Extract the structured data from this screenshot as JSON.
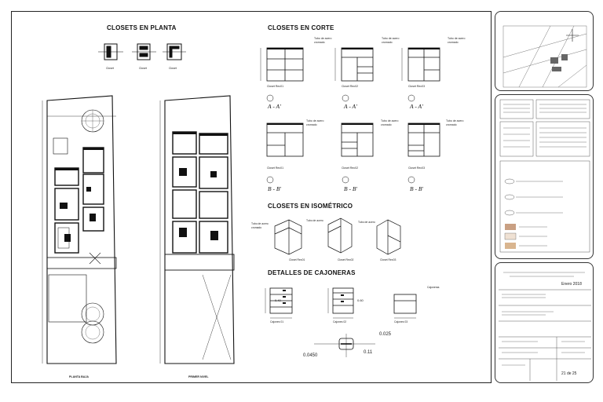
{
  "titles": {
    "planta": "CLOSETS EN PLANTA",
    "corte": "CLOSETS EN CORTE",
    "isometrico": "CLOSETS EN ISOMÉTRICO",
    "cajoneras": "DETALLES DE CAJONERAS"
  },
  "plans": {
    "ground": "PLANTA BAJA",
    "first": "PRIMER NIVEL"
  },
  "sections": {
    "a": "A - A'",
    "b": "B - B'"
  },
  "dims": {
    "d1": "0.025",
    "d2": "0.11",
    "d3": "0.0450",
    "d4": "0.40",
    "d5": "0.60"
  },
  "title_block": {
    "sheet": "21 de 25",
    "date": "Enero 2018"
  }
}
